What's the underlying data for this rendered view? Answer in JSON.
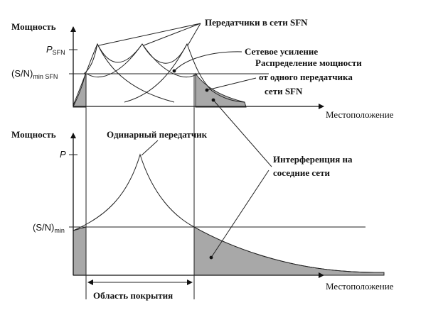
{
  "diagram": {
    "top": {
      "y_axis_label": "Мощность",
      "x_axis_label": "Местоположение",
      "tick_p_main": "P",
      "tick_p_sub": "SFN",
      "tick_sn_main": "(S/N)",
      "tick_sn_sub": "min SFN",
      "callout_transmitters": "Передатчики в сети SFN",
      "callout_network_gain": "Сетевое усиление",
      "callout_power_distribution": [
        "Распределение мощности",
        "от одного передатчика",
        "сети SFN"
      ]
    },
    "bottom": {
      "y_axis_label": "Мощность",
      "x_axis_label": "Местоположение",
      "tick_p": "P",
      "tick_sn_main": "(S/N)",
      "tick_sn_sub": "min",
      "callout_single_transmitter": "Одинарный передатчик",
      "callout_interference": [
        "Интерференция на",
        "соседние сети"
      ],
      "coverage_area": "Область покрытия"
    },
    "colors": {
      "line": "#222222",
      "shade": "#a8a8a8",
      "background": "#ffffff"
    }
  }
}
